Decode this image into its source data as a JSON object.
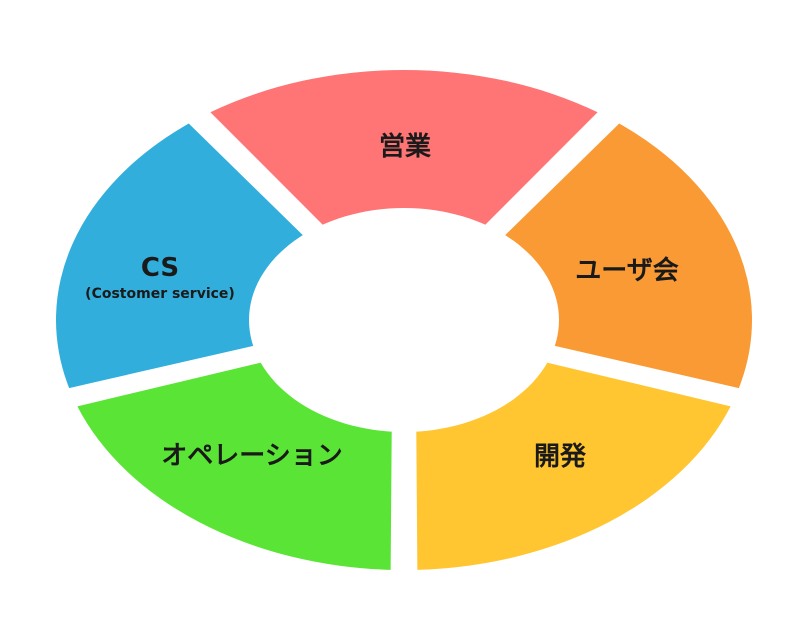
{
  "diagram": {
    "segments": [
      {
        "id": "sales",
        "label": "営業",
        "sublabel": "",
        "color": "#ff7474"
      },
      {
        "id": "user-meeting",
        "label": "ユーザ会",
        "sublabel": "",
        "color": "#fa9a34"
      },
      {
        "id": "development",
        "label": "開発",
        "sublabel": "",
        "color": "#ffc632"
      },
      {
        "id": "operations",
        "label": "オペレーション",
        "sublabel": "",
        "color": "#5ae435"
      },
      {
        "id": "cs",
        "label": "CS",
        "sublabel": "(Costomer service)",
        "color": "#32aedd"
      }
    ],
    "background": "#ffffff",
    "gap_color": "#ffffff"
  }
}
